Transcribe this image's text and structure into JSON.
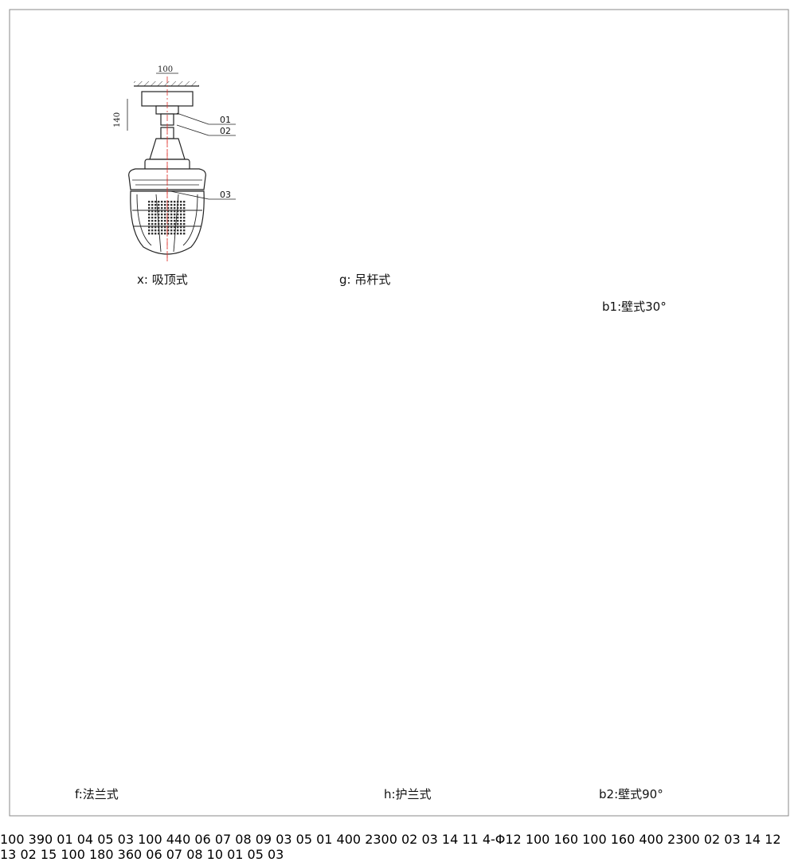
{
  "captions": {
    "x": "x: 吸顶式",
    "g": "g: 吊杆式",
    "b1": "b1:壁式30°",
    "f": "f:法兰式",
    "h": "h:护兰式",
    "b2": "b2:壁式90°"
  },
  "x_view": {
    "dims": {
      "width": "100",
      "height": "140"
    },
    "labels": [
      "01",
      "02",
      "03"
    ]
  },
  "g_view": {
    "dims": {
      "width": "100",
      "height": "390"
    },
    "labels": [
      "01",
      "04",
      "05",
      "03"
    ]
  },
  "b1_view": {
    "dims": {
      "height": "100",
      "length": "440"
    },
    "labels": [
      "06",
      "07",
      "08",
      "09",
      "03",
      "05",
      "01"
    ]
  },
  "f_view": {
    "dims": {
      "width": "400",
      "height": "2300",
      "holes": "4-Φ12",
      "inner_h": "100",
      "outer_h": "160",
      "inner_w": "100",
      "outer_w": "160"
    },
    "labels": [
      "02",
      "03",
      "14",
      "11"
    ]
  },
  "h_view": {
    "dims": {
      "width": "400",
      "height": "2300"
    },
    "labels": [
      "02",
      "03",
      "14",
      "12",
      "13",
      "02",
      "15"
    ]
  },
  "b2_view": {
    "dims": {
      "height": "100",
      "drop": "180",
      "length": "360"
    },
    "labels": [
      "06",
      "07",
      "08",
      "10",
      "01",
      "05",
      "03"
    ]
  },
  "colors": {
    "line": "#1a1a1a",
    "centerline": "#e0302a",
    "frame": "#888888"
  }
}
